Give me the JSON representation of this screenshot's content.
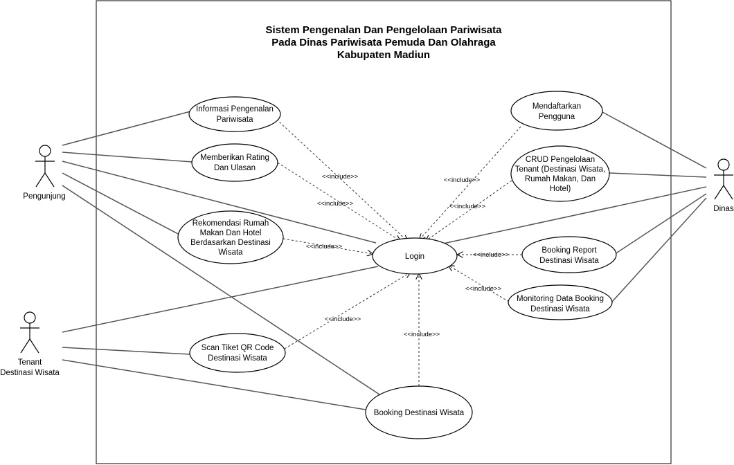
{
  "title": {
    "line1": "Sistem Pengenalan Dan Pengelolaan Pariwisata",
    "line2": "Pada Dinas Pariwisata Pemuda Dan Olahraga",
    "line3": "Kabupaten Madiun"
  },
  "actors": {
    "pengunjung": "Pengunjung",
    "dinas": "Dinas",
    "tenant_line1": "Tenant",
    "tenant_line2": "Destinasi Wisata"
  },
  "use_cases": {
    "informasi": {
      "line1": "Informasi Pengenalan",
      "line2": "Pariwisata"
    },
    "rating": {
      "line1": "Memberikan Rating",
      "line2": "Dan Ulasan"
    },
    "rekomendasi": {
      "line1": "Rekomendasi Rumah",
      "line2": "Makan Dan Hotel",
      "line3": "Berdasarkan Destinasi",
      "line4": "Wisata"
    },
    "login": {
      "line1": "Login"
    },
    "scan": {
      "line1": "Scan Tiket QR Code",
      "line2": "Destinasi Wisata"
    },
    "booking": {
      "line1": "Booking Destinasi Wisata"
    },
    "mendaftarkan": {
      "line1": "Mendaftarkan",
      "line2": "Pengguna"
    },
    "crud": {
      "line1": "CRUD Pengelolaan",
      "line2": "Tenant (Destinasi Wisata,",
      "line3": "Rumah Makan, Dan",
      "line4": "Hotel)"
    },
    "report": {
      "line1": "Booking Report",
      "line2": "Destinasi Wisata"
    },
    "monitoring": {
      "line1": "Monitoring Data Booking",
      "line2": "Destinasi Wisata"
    }
  },
  "include_label": "<<include>>"
}
